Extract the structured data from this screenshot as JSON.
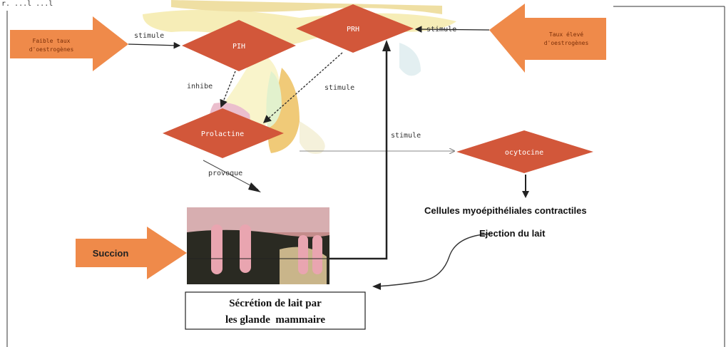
{
  "header_fragment": "r. ...l ...l",
  "boxes": {
    "low_estrogen": "Faible taux d'oestrogènes",
    "high_estrogen": "Taux élevé d'oestrogènes",
    "succion": "Succion"
  },
  "hormones": {
    "pih": "PIH",
    "prh": "PRH",
    "prolactine": "Prolactine",
    "ocytocine": "ocytocine"
  },
  "arrow_labels": {
    "stimule_left": "stimule",
    "stimule_right": "stimule",
    "inhibe": "inhibe",
    "stimule_mid": "stimule",
    "stimule_ocy": "stimule",
    "provoque": "provoque"
  },
  "texts": {
    "cellules": "Cellules myoépithéliales contractiles",
    "ejection": "Ejection du lait",
    "secretion_line1": "Sécrétion de lait par",
    "secretion_line2": "les glande  mammaire"
  },
  "colors": {
    "diamond": "#d2573a",
    "arrow_box": "#ef8a4a",
    "text_dark": "#111111"
  }
}
